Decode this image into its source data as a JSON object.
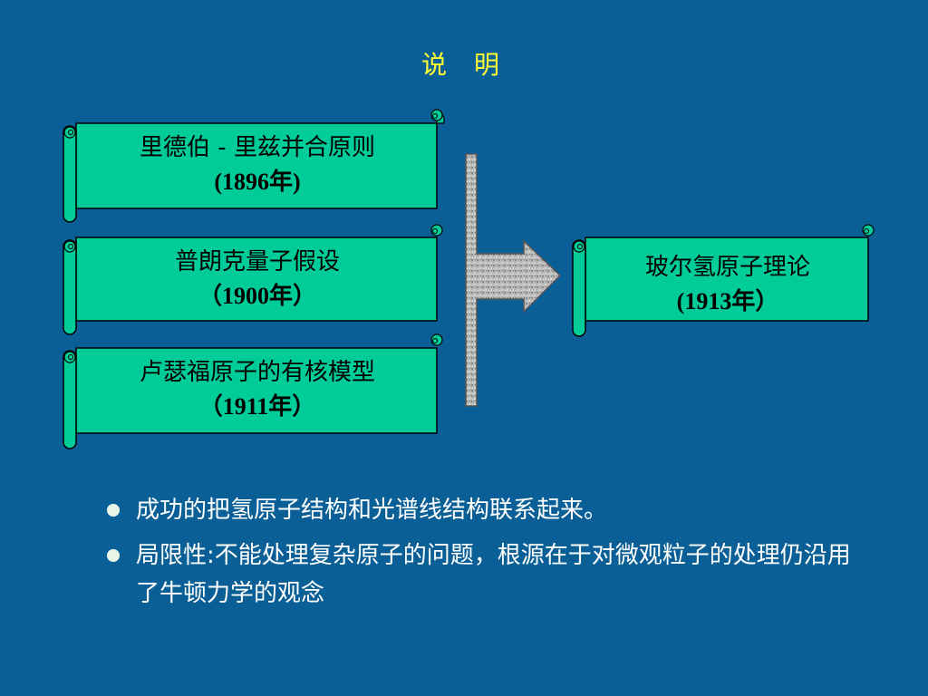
{
  "title": {
    "char1": "说",
    "char2": "明"
  },
  "scrolls": [
    {
      "line1": "里德伯 - 里兹并合原则",
      "line2": "(1896年)"
    },
    {
      "line1": "普朗克量子假设",
      "line2": "（1900年）"
    },
    {
      "line1": "卢瑟福原子的有核模型",
      "line2": "（1911年）"
    }
  ],
  "result_scroll": {
    "line1": "玻尔氢原子理论",
    "line2": "(1913年）"
  },
  "bullets": [
    "成功的把氢原子结构和光谱线结构联系起来。",
    "局限性:不能处理复杂原子的问题，根源在于对微观粒子的处理仍沿用了牛顿力学的观念"
  ],
  "colors": {
    "background": "#0a6096",
    "scroll_fill": "#00cc99",
    "title": "#ffff33",
    "bullet_text": "#ffffff"
  }
}
